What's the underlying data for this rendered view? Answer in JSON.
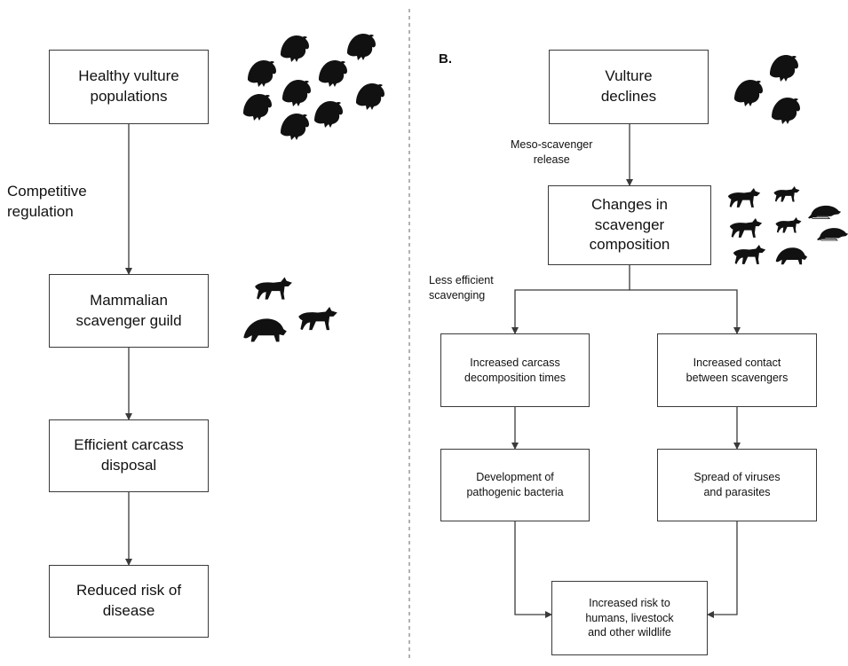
{
  "panel_b": {
    "label": "B."
  },
  "left": {
    "boxes": {
      "healthy": "Healthy vulture\npopulations",
      "guild": "Mammalian\nscavenger guild",
      "disposal": "Efficient carcass\ndisposal",
      "reduced": "Reduced risk of\ndisease"
    },
    "edge_label": "Competitive\nregulation"
  },
  "right": {
    "boxes": {
      "declines": "Vulture\ndeclines",
      "composition": "Changes in\nscavenger\ncomposition",
      "decomposition": "Increased carcass\ndecomposition times",
      "contact": "Increased contact\nbetween scavengers",
      "bacteria": "Development of\npathogenic bacteria",
      "viruses": "Spread of viruses\nand parasites",
      "risk": "Increased risk to\nhumans, livestock\nand other wildlife"
    },
    "edge_labels": {
      "release": "Meso-scavenger\nrelease",
      "scavenging": "Less efficient\nscavenging"
    }
  },
  "silhouettes": {
    "vultures_many": "vulture-icon",
    "vultures_few": "vulture-icon",
    "mammals_three": "mammal-icon",
    "mammals_mixed": "mammal-icon",
    "color": "#111111"
  }
}
